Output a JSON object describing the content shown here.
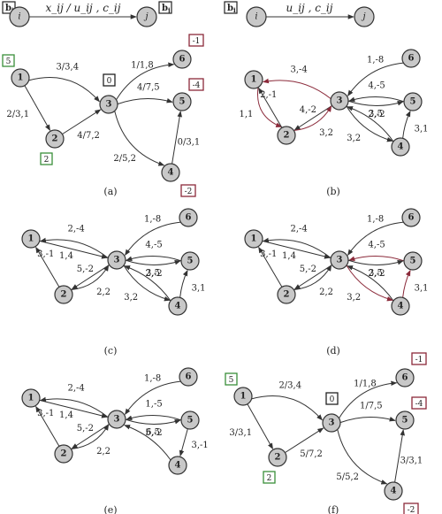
{
  "header": {
    "left": {
      "supply_label": "b",
      "supply_sub": "i",
      "node_i": "i",
      "node_j": "j",
      "demand_label": "b",
      "demand_sub": "j",
      "edge_label": "x_ij / u_ij , c_ij"
    },
    "right": {
      "supply_label": "b",
      "supply_sub": "i",
      "node_i": "i",
      "node_j": "j",
      "edge_label": "u_ij , c_ij"
    }
  },
  "panels": [
    {
      "caption": "(a)",
      "nodes": [
        "1",
        "2",
        "3",
        "4",
        "5",
        "6"
      ],
      "edges": [
        {
          "from": "1",
          "to": "3",
          "label": "3/3,4",
          "highlight": false
        },
        {
          "from": "1",
          "to": "2",
          "label": "2/3,1",
          "highlight": false
        },
        {
          "from": "2",
          "to": "3",
          "label": "4/7,2",
          "highlight": false
        },
        {
          "from": "3",
          "to": "6",
          "label": "1/1,8",
          "highlight": false
        },
        {
          "from": "3",
          "to": "5",
          "label": "4/7,5",
          "highlight": false
        },
        {
          "from": "3",
          "to": "4",
          "label": "2/5,2",
          "highlight": false
        },
        {
          "from": "4",
          "to": "5",
          "label": "0/3,1",
          "highlight": false
        }
      ],
      "boxes": [
        {
          "node": "1",
          "value": "5",
          "color": "#3a8f3a"
        },
        {
          "node": "2",
          "value": "2",
          "color": "#3a8f3a"
        },
        {
          "node": "3",
          "value": "0",
          "color": "#222222"
        },
        {
          "node": "6",
          "value": "-1",
          "color": "#8b2a3a"
        },
        {
          "node": "5",
          "value": "-4",
          "color": "#8b2a3a"
        },
        {
          "node": "4",
          "value": "-2",
          "color": "#8b2a3a"
        }
      ]
    },
    {
      "caption": "(b)",
      "nodes": [
        "1",
        "2",
        "3",
        "4",
        "5",
        "6"
      ],
      "edges": [
        {
          "from": "3",
          "to": "1",
          "label": "3,-4",
          "highlight": true
        },
        {
          "from": "1",
          "to": "2",
          "label": "1,1",
          "highlight": true
        },
        {
          "from": "2",
          "to": "1",
          "label": "2,-1",
          "highlight": false
        },
        {
          "from": "3",
          "to": "2",
          "label": "4,-2",
          "highlight": false
        },
        {
          "from": "2",
          "to": "3",
          "label": "3,2",
          "highlight": true
        },
        {
          "from": "6",
          "to": "3",
          "label": "1,-8",
          "highlight": false
        },
        {
          "from": "5",
          "to": "3",
          "label": "4,-5",
          "highlight": false
        },
        {
          "from": "3",
          "to": "5",
          "label": "3,5",
          "highlight": false
        },
        {
          "from": "4",
          "to": "3",
          "label": "2,-2",
          "highlight": false
        },
        {
          "from": "3",
          "to": "4",
          "label": "3,2",
          "highlight": false
        },
        {
          "from": "4",
          "to": "5",
          "label": "3,1",
          "highlight": false
        }
      ],
      "boxes": []
    },
    {
      "caption": "(c)",
      "nodes": [
        "1",
        "2",
        "3",
        "4",
        "5",
        "6"
      ],
      "edges": [
        {
          "from": "3",
          "to": "1",
          "label": "2,-4",
          "highlight": false
        },
        {
          "from": "1",
          "to": "3",
          "label": "1,4",
          "highlight": false
        },
        {
          "from": "2",
          "to": "1",
          "label": "3,-1",
          "highlight": false
        },
        {
          "from": "3",
          "to": "2",
          "label": "5,-2",
          "highlight": false
        },
        {
          "from": "2",
          "to": "3",
          "label": "2,2",
          "highlight": false
        },
        {
          "from": "6",
          "to": "3",
          "label": "1,-8",
          "highlight": false
        },
        {
          "from": "5",
          "to": "3",
          "label": "4,-5",
          "highlight": false
        },
        {
          "from": "3",
          "to": "5",
          "label": "3,5",
          "highlight": false
        },
        {
          "from": "4",
          "to": "3",
          "label": "2,-2",
          "highlight": false
        },
        {
          "from": "3",
          "to": "4",
          "label": "3,2",
          "highlight": false
        },
        {
          "from": "4",
          "to": "5",
          "label": "3,1",
          "highlight": false
        }
      ],
      "boxes": []
    },
    {
      "caption": "(d)",
      "nodes": [
        "1",
        "2",
        "3",
        "4",
        "5",
        "6"
      ],
      "edges": [
        {
          "from": "3",
          "to": "1",
          "label": "2,-4",
          "highlight": false
        },
        {
          "from": "1",
          "to": "3",
          "label": "1,4",
          "highlight": false
        },
        {
          "from": "2",
          "to": "1",
          "label": "3,-1",
          "highlight": false
        },
        {
          "from": "3",
          "to": "2",
          "label": "5,-2",
          "highlight": false
        },
        {
          "from": "2",
          "to": "3",
          "label": "2,2",
          "highlight": false
        },
        {
          "from": "6",
          "to": "3",
          "label": "1,-8",
          "highlight": false
        },
        {
          "from": "5",
          "to": "3",
          "label": "4,-5",
          "highlight": true
        },
        {
          "from": "3",
          "to": "5",
          "label": "3,5",
          "highlight": false
        },
        {
          "from": "4",
          "to": "3",
          "label": "2,-2",
          "highlight": false
        },
        {
          "from": "3",
          "to": "4",
          "label": "3,2",
          "highlight": true
        },
        {
          "from": "4",
          "to": "5",
          "label": "3,1",
          "highlight": true
        }
      ],
      "boxes": []
    },
    {
      "caption": "(e)",
      "nodes": [
        "1",
        "2",
        "3",
        "4",
        "5",
        "6"
      ],
      "edges": [
        {
          "from": "3",
          "to": "1",
          "label": "2,-4",
          "highlight": false
        },
        {
          "from": "1",
          "to": "3",
          "label": "1,4",
          "highlight": false
        },
        {
          "from": "2",
          "to": "1",
          "label": "3,-1",
          "highlight": false
        },
        {
          "from": "3",
          "to": "2",
          "label": "5,-2",
          "highlight": false
        },
        {
          "from": "2",
          "to": "3",
          "label": "2,2",
          "highlight": false
        },
        {
          "from": "6",
          "to": "3",
          "label": "1,-8",
          "highlight": false
        },
        {
          "from": "5",
          "to": "3",
          "label": "1,-5",
          "highlight": false
        },
        {
          "from": "3",
          "to": "5",
          "label": "6,5",
          "highlight": false
        },
        {
          "from": "4",
          "to": "3",
          "label": "5,-2",
          "highlight": false
        },
        {
          "from": "5",
          "to": "4",
          "label": "3,-1",
          "highlight": false
        }
      ],
      "boxes": []
    },
    {
      "caption": "(f)",
      "nodes": [
        "1",
        "2",
        "3",
        "4",
        "5",
        "6"
      ],
      "edges": [
        {
          "from": "1",
          "to": "3",
          "label": "2/3,4",
          "highlight": false
        },
        {
          "from": "1",
          "to": "2",
          "label": "3/3,1",
          "highlight": false
        },
        {
          "from": "2",
          "to": "3",
          "label": "5/7,2",
          "highlight": false
        },
        {
          "from": "3",
          "to": "6",
          "label": "1/1,8",
          "highlight": false
        },
        {
          "from": "3",
          "to": "5",
          "label": "1/7,5",
          "highlight": false
        },
        {
          "from": "3",
          "to": "4",
          "label": "5/5,2",
          "highlight": false
        },
        {
          "from": "4",
          "to": "5",
          "label": "3/3,1",
          "highlight": false
        }
      ],
      "boxes": [
        {
          "node": "1",
          "value": "5",
          "color": "#3a8f3a"
        },
        {
          "node": "2",
          "value": "2",
          "color": "#3a8f3a"
        },
        {
          "node": "3",
          "value": "0",
          "color": "#222222"
        },
        {
          "node": "6",
          "value": "-1",
          "color": "#8b2a3a"
        },
        {
          "node": "5",
          "value": "-4",
          "color": "#8b2a3a"
        },
        {
          "node": "4",
          "value": "-2",
          "color": "#8b2a3a"
        }
      ]
    }
  ],
  "colors": {
    "edge": "#333333",
    "highlight": "#8b2a3a",
    "node_fill": "#c8c8c8"
  }
}
